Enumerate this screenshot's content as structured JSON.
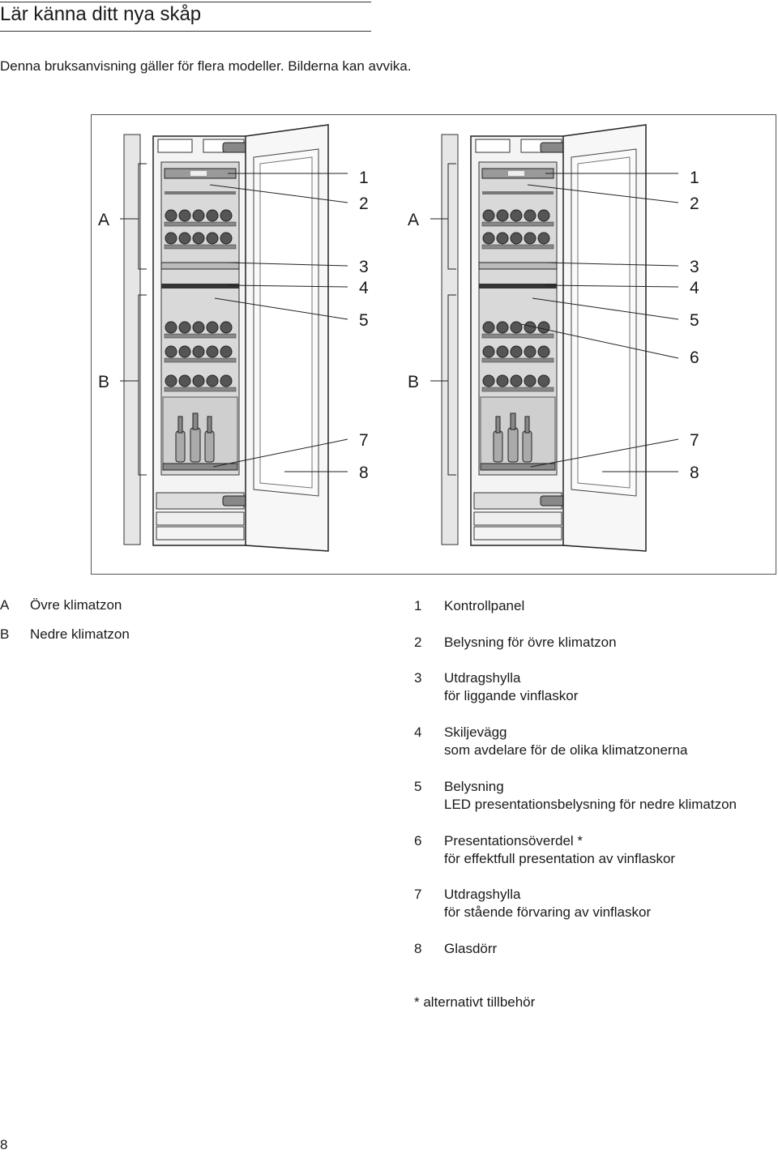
{
  "header": {
    "title": "Lär känna ditt nya skåp",
    "intro": "Denna bruksanvisning gäller för flera modeller. Bilderna kan avvika."
  },
  "figure": {
    "left_labels": [
      "A",
      "B"
    ],
    "callouts_left_cabinet": [
      "1",
      "2",
      "3",
      "4",
      "5",
      "7",
      "8"
    ],
    "callouts_right_cabinet": [
      "1",
      "2",
      "3",
      "4",
      "5",
      "6",
      "7",
      "8"
    ]
  },
  "zones": [
    {
      "key": "A",
      "label": "Övre klimatzon"
    },
    {
      "key": "B",
      "label": "Nedre klimatzon"
    }
  ],
  "parts": [
    {
      "num": "1",
      "line1": "Kontrollpanel",
      "line2": ""
    },
    {
      "num": "2",
      "line1": "Belysning för övre klimatzon",
      "line2": ""
    },
    {
      "num": "3",
      "line1": "Utdragshylla",
      "line2": "för liggande vinflaskor"
    },
    {
      "num": "4",
      "line1": "Skiljevägg",
      "line2": "som avdelare för de olika klimatzonerna"
    },
    {
      "num": "5",
      "line1": "Belysning",
      "line2": "LED presentationsbelysning för nedre klimatzon"
    },
    {
      "num": "6",
      "line1": "Presentationsöverdel *",
      "line2": "för effektfull presentation av vinflaskor"
    },
    {
      "num": "7",
      "line1": "Utdragshylla",
      "line2": "för stående förvaring av vinflaskor"
    },
    {
      "num": "8",
      "line1": "Glasdörr",
      "line2": ""
    }
  ],
  "footnote": "* alternativt tillbehör",
  "page_number": "8"
}
